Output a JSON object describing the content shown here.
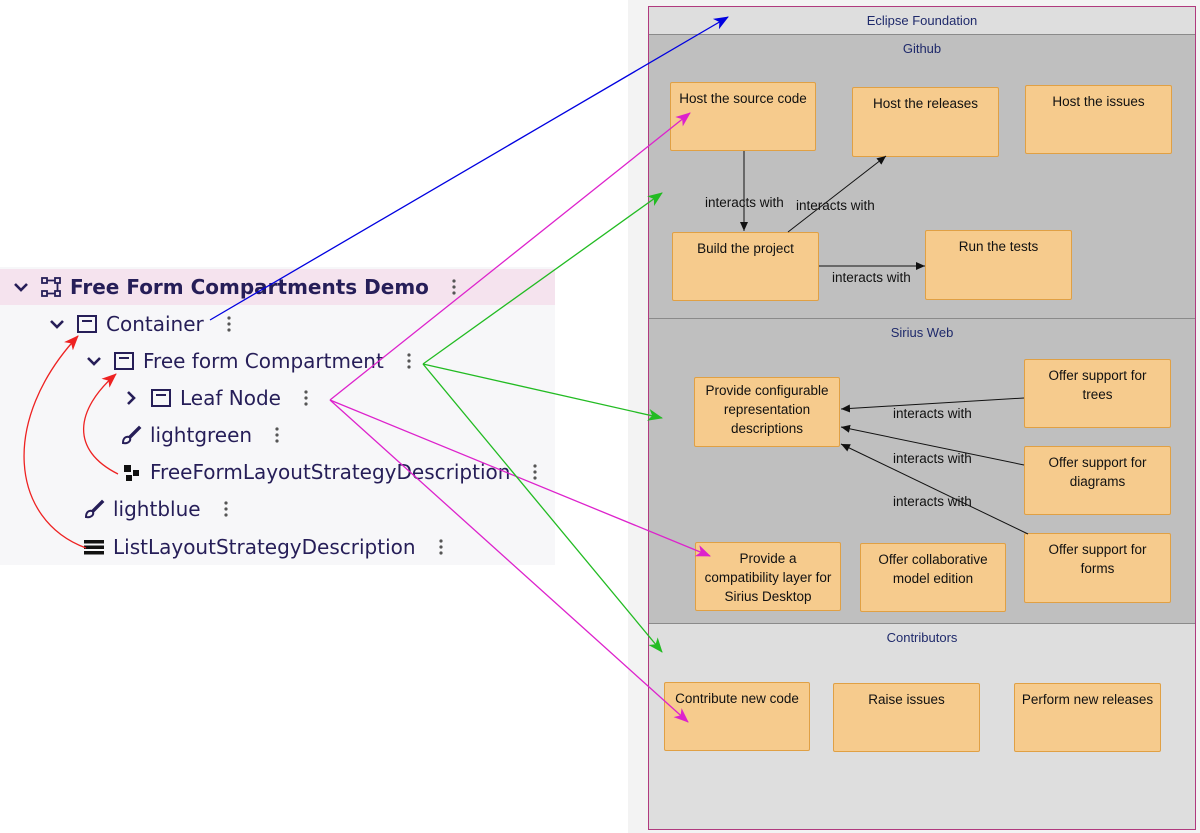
{
  "tree": {
    "rows": [
      {
        "label": "Free Form Compartments Demo",
        "icon": "diagram-icon",
        "expanded": true
      },
      {
        "label": "Container",
        "icon": "node-icon",
        "expanded": true
      },
      {
        "label": "Free form Compartment",
        "icon": "node-icon",
        "expanded": true
      },
      {
        "label": "Leaf Node",
        "icon": "node-icon",
        "expanded": false
      },
      {
        "label": "lightgreen",
        "icon": "brush-icon"
      },
      {
        "label": "FreeFormLayoutStrategyDescription",
        "icon": "free-form-layout-icon"
      },
      {
        "label": "lightblue",
        "icon": "brush-icon"
      },
      {
        "label": "ListLayoutStrategyDescription",
        "icon": "list-layout-icon"
      }
    ]
  },
  "diagram": {
    "root": {
      "title": "Eclipse Foundation"
    },
    "github": {
      "title": "Github",
      "nodes": {
        "source": "Host the source code",
        "releases": "Host the releases",
        "issues": "Host the issues",
        "build": "Build the project",
        "tests": "Run the tests"
      }
    },
    "sirius": {
      "title": "Sirius Web",
      "nodes": {
        "config": "Provide configurable representation descriptions",
        "trees": "Offer support for trees",
        "diagrams": "Offer support for diagrams",
        "forms": "Offer support for forms",
        "compat": "Provide a compatibility layer for Sirius Desktop",
        "collab": "Offer collaborative model edition"
      }
    },
    "contributors": {
      "title": "Contributors",
      "nodes": {
        "code": "Contribute new code",
        "raise": "Raise issues",
        "perform": "Perform new releases"
      }
    },
    "edge_label": "interacts with"
  },
  "colors": {
    "tree_text": "#261e58",
    "tree_root_bg": "#f5e3ee",
    "node_fill": "#f6cb8d",
    "node_border": "#e0a044",
    "container_border": "#b03a7e",
    "arrow_blue": "#0000e0",
    "arrow_magenta": "#dd22cc",
    "arrow_green": "#22bb22",
    "arrow_red": "#ee2222"
  }
}
